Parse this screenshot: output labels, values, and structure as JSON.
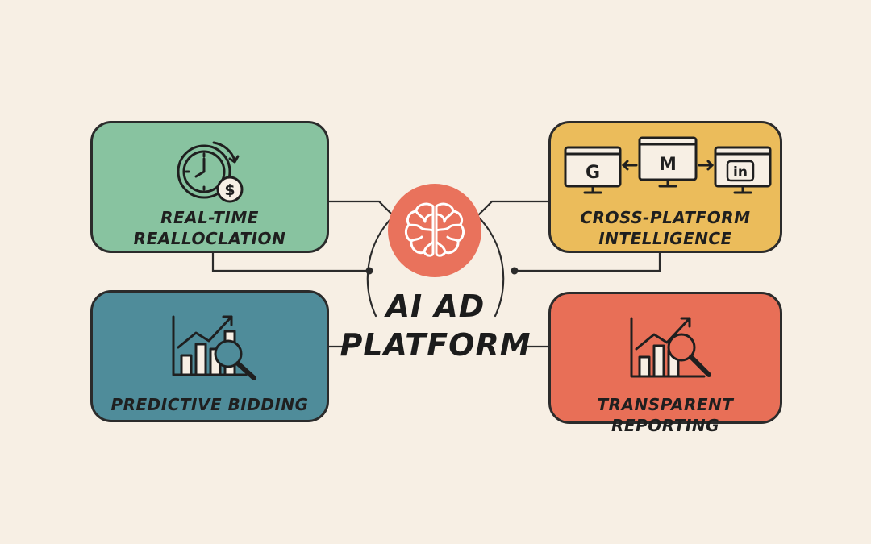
{
  "center": {
    "title_line1": "AI AD",
    "title_line2": "PLATFORM",
    "hub_icon": "brain-icon",
    "hub_color": "#e9725c"
  },
  "cards": {
    "realtime": {
      "label_line1": "REAL-TIME",
      "label_line2": "REALLOCLATION",
      "icon": "clock-dollar-icon",
      "color": "#88c3a0"
    },
    "cross_platform": {
      "label_line1": "CROSS-PLATFORM",
      "label_line2": "INTELLIGENCE",
      "icon": "monitors-icon",
      "color": "#ebbc5b",
      "monitor_letters": [
        "G",
        "M",
        "in"
      ]
    },
    "predictive": {
      "label": "PREDICTIVE BIDDING",
      "icon": "chart-magnifier-icon",
      "color": "#4f8c9a"
    },
    "reporting": {
      "label": "TRANSPARENT REPORTING",
      "icon": "chart-magnifier-icon",
      "color": "#e86f57"
    }
  },
  "colors": {
    "background": "#f7efe4",
    "outline": "#2b2b2b"
  }
}
